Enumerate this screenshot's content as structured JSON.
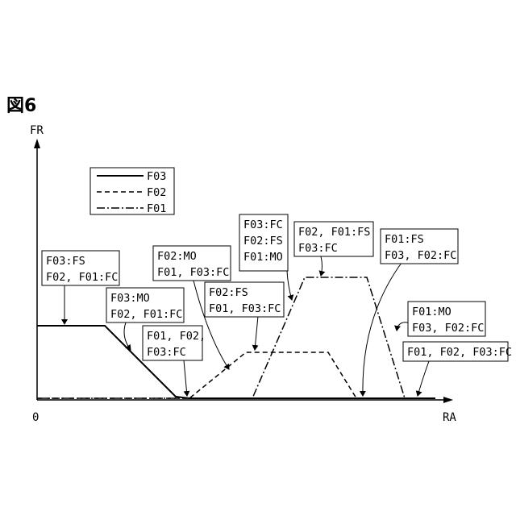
{
  "figure": {
    "title": "図6"
  },
  "axes": {
    "origin_label": "0",
    "y_label": "FR",
    "x_label": "RA"
  },
  "legend": [
    {
      "label": "F03",
      "style": "solid"
    },
    {
      "label": "F02",
      "style": "dashed"
    },
    {
      "label": "F01",
      "style": "dash-dot"
    }
  ],
  "annotations": [
    {
      "lines": [
        "F03:FS",
        "F02, F01:FC"
      ]
    },
    {
      "lines": [
        "F03:MO",
        "F02, F01:FC"
      ]
    },
    {
      "lines": [
        "F01, F02,",
        "F03:FC"
      ]
    },
    {
      "lines": [
        "F02:MO",
        "F01, F03:FC"
      ]
    },
    {
      "lines": [
        "F02:FS",
        "F01, F03:FC"
      ]
    },
    {
      "lines": [
        "F03:FC",
        "F02:FS",
        "F01:MO"
      ]
    },
    {
      "lines": [
        "F02, F01:FS",
        "F03:FC"
      ]
    },
    {
      "lines": [
        "F01:FS",
        "F03, F02:FC"
      ]
    },
    {
      "lines": [
        "F01:MO",
        "F03, F02:FC"
      ]
    },
    {
      "lines": [
        "F01, F02, F03:FC"
      ]
    }
  ]
}
